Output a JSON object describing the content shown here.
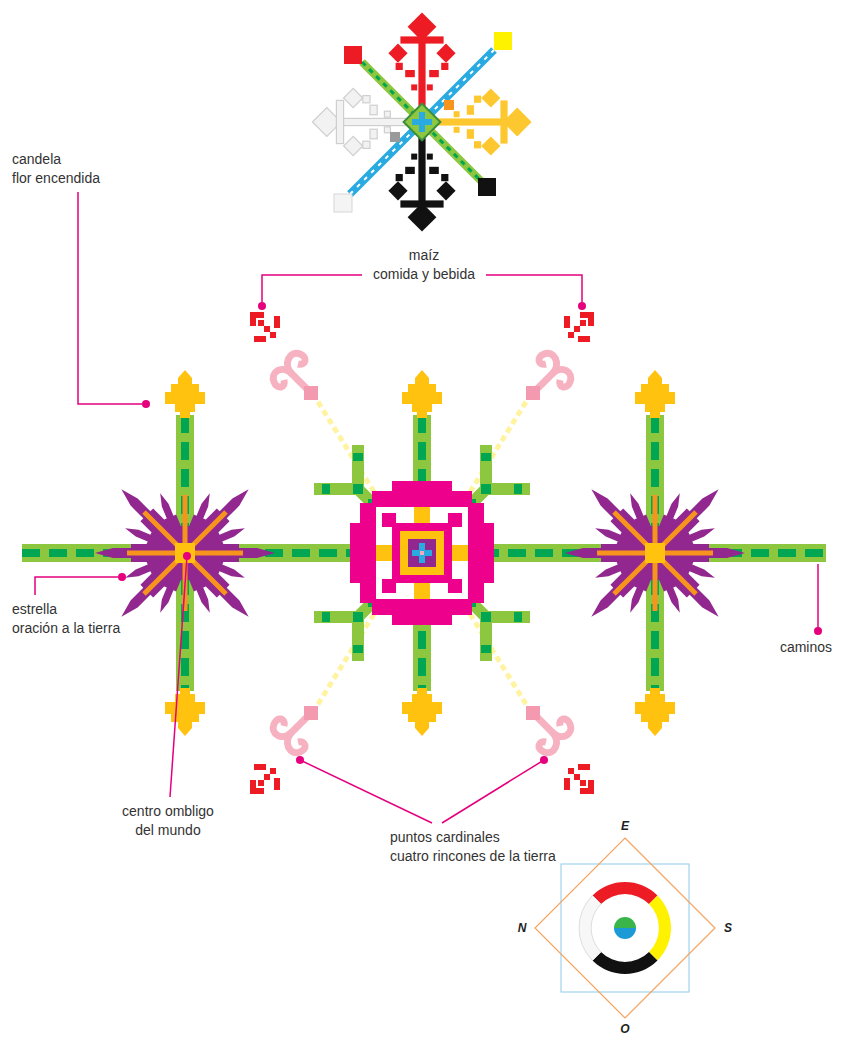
{
  "diagram": {
    "labels": [
      "candela",
      "flor encendida",
      "maíz",
      "comida y bebida",
      "estrella",
      "oración a la tierra",
      "centro ombligo",
      "del mundo",
      "caminos",
      "puntos cardinales",
      "cuatro rincones de la tierra",
      "E",
      "N",
      "S",
      "O"
    ]
  }
}
